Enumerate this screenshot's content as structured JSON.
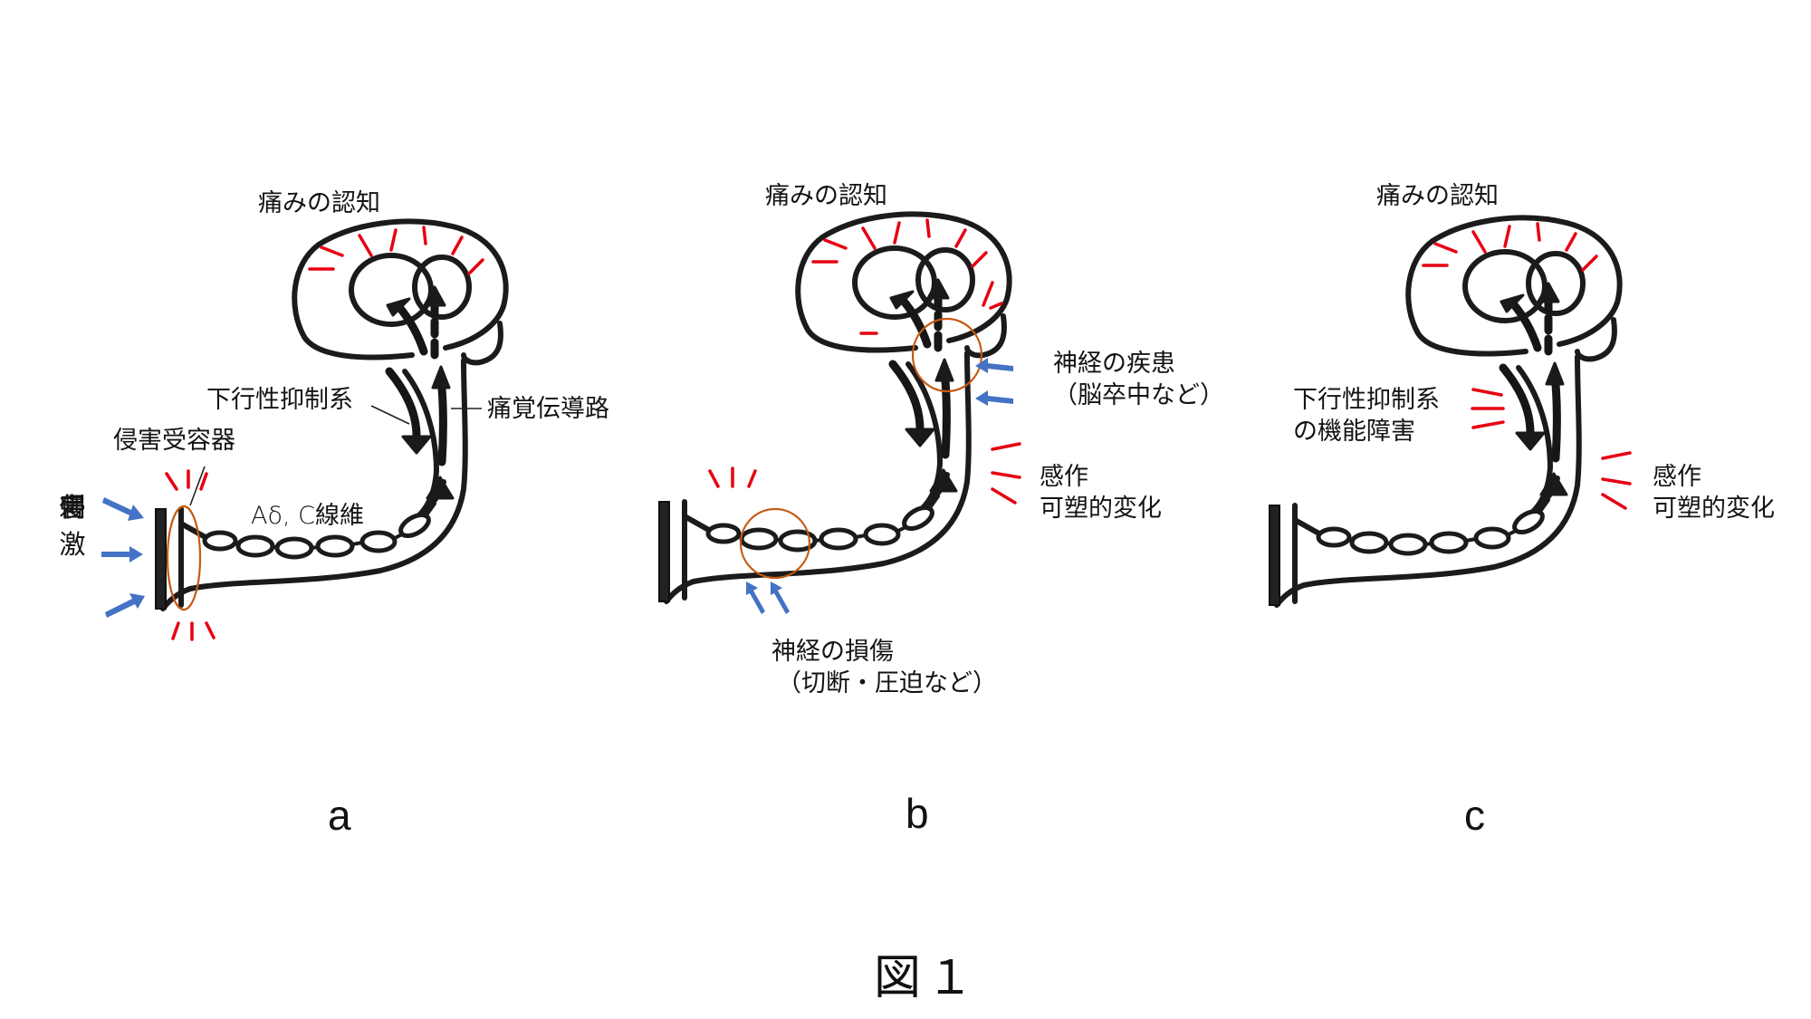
{
  "figure": {
    "caption": "図１",
    "colors": {
      "ink": "#1b1b1b",
      "pain_marks": "#e60012",
      "stimulus_arrows": "#4472c4",
      "highlight_circle": "#c55a11",
      "background": "#ffffff"
    },
    "panels": [
      {
        "letter": "a",
        "title": "痛みの認知",
        "labels": {
          "descending": "下行性抑制系",
          "ascending": "痛覚伝導路",
          "receptor": "侵害受容器",
          "fiber": "Aδ, C線維",
          "stimulus_chars": [
            "侵",
            "害",
            "刺",
            "激"
          ]
        },
        "icons": [
          "brain-drawing",
          "nerve-fiber-drawing",
          "stimulus-arrow-icon",
          "pain-mark-icon",
          "highlight-circle"
        ]
      },
      {
        "letter": "b",
        "title": "痛みの認知",
        "labels": {
          "cns_disease_line1": "神経の疾患",
          "cns_disease_line2": "（脳卒中など）",
          "sensitization_line1": "感作",
          "sensitization_line2": "可塑的変化",
          "nerve_injury_line1": "神経の損傷",
          "nerve_injury_line2": "（切断・圧迫など）"
        },
        "icons": [
          "brain-drawing",
          "nerve-fiber-drawing",
          "stimulus-arrow-icon",
          "pain-mark-icon",
          "highlight-circle"
        ]
      },
      {
        "letter": "c",
        "title": "痛みの認知",
        "labels": {
          "dysfunction_line1": "下行性抑制系",
          "dysfunction_line2": "の機能障害",
          "sensitization_line1": "感作",
          "sensitization_line2": "可塑的変化"
        },
        "icons": [
          "brain-drawing",
          "nerve-fiber-drawing",
          "pain-mark-icon"
        ]
      }
    ]
  }
}
